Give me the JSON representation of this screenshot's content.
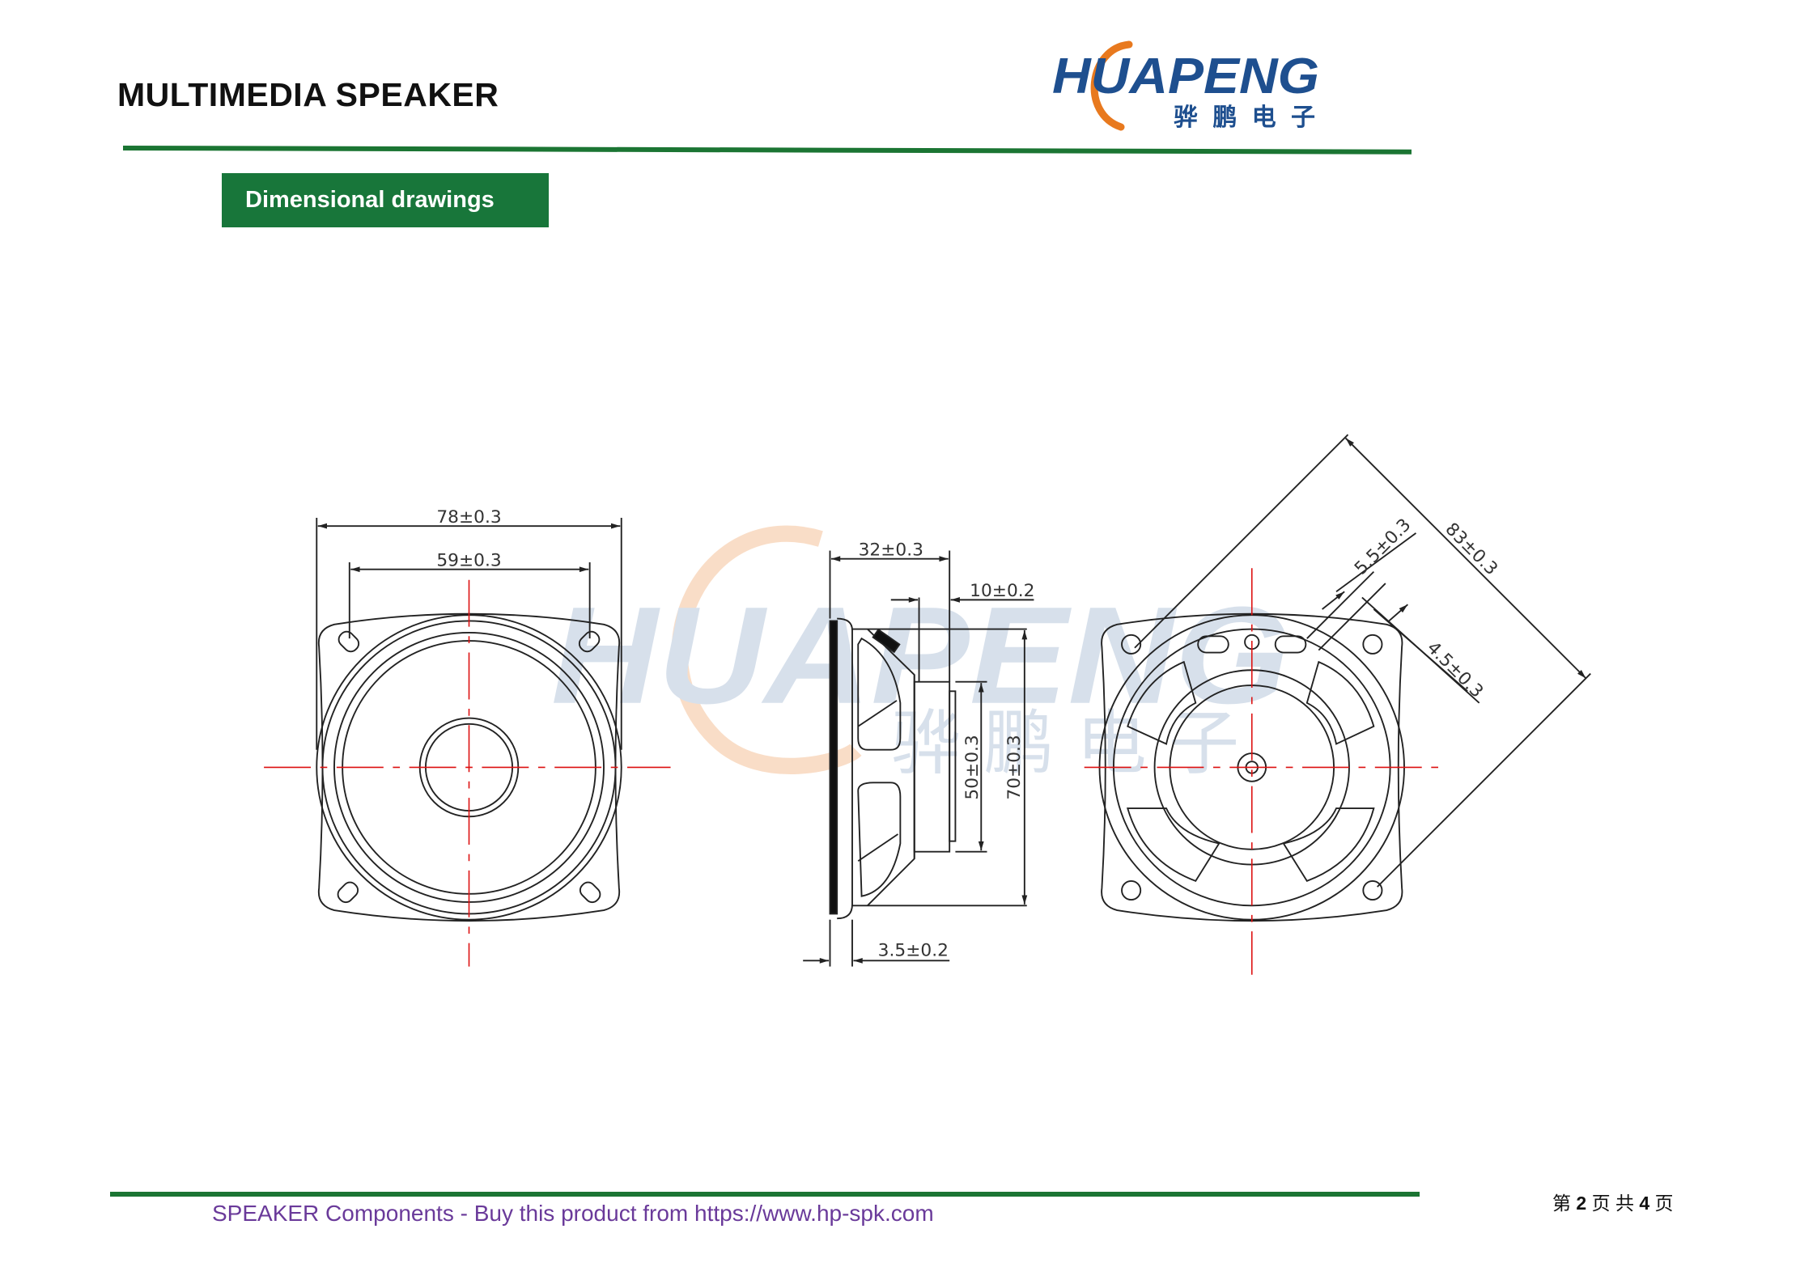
{
  "header": {
    "title": "MULTIMEDIA SPEAKER",
    "logo_text": "HUAPENG",
    "logo_cn": "骅鹏电子"
  },
  "section": {
    "label": "Dimensional drawings"
  },
  "watermark": {
    "text": "HUAPENG",
    "cn": "骅 鹏 电 子"
  },
  "dimensions": {
    "front_width": "78±0.3",
    "front_hole_spacing": "59±0.3",
    "depth": "32±0.3",
    "magnet_depth": "10±0.2",
    "magnet_dia": "50±0.3",
    "frame_dia": "70±0.3",
    "flange_thickness": "3.5±0.2",
    "diagonal": "83±0.3",
    "hole_slot_length": "5.5±0.3",
    "hole_slot_width": "4.5±0.3"
  },
  "footer": {
    "text": "SPEAKER Components - Buy this product from https://www.hp-spk.com",
    "page_prefix": "第",
    "page_current": "2",
    "page_mid": "页 共",
    "page_total": "4",
    "page_suffix": "页"
  },
  "colors": {
    "green": "#1b7533",
    "purple": "#6a3a9a",
    "red": "#d11",
    "logo_blue": "#1e4f8f",
    "logo_orange": "#e8791e"
  }
}
